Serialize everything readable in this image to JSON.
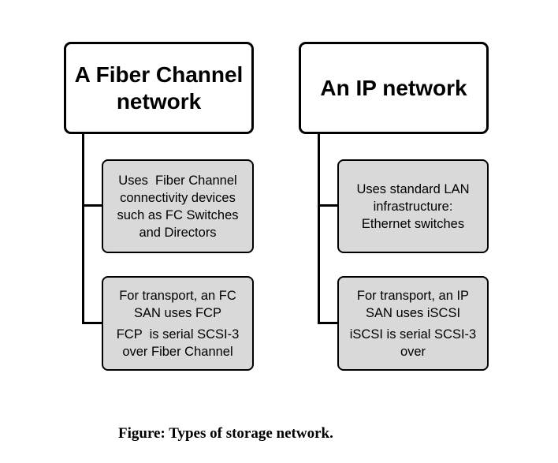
{
  "diagram": {
    "left": {
      "header_lines": [
        "A Fiber Channel",
        "network"
      ],
      "child1_lines": [
        "Uses  Fiber Channel",
        "connectivity devices",
        "such as FC Switches",
        "and Directors"
      ],
      "child2_para1_lines": [
        "For transport, an FC",
        "SAN uses FCP"
      ],
      "child2_para2_lines": [
        "FCP  is serial SCSI-3",
        "over Fiber Channel"
      ]
    },
    "right": {
      "header_lines": [
        "An IP network"
      ],
      "child1_lines": [
        "Uses standard LAN",
        "infrastructure:",
        "Ethernet switches"
      ],
      "child2_para1_lines": [
        "For transport, an IP",
        "SAN uses iSCSI"
      ],
      "child2_para2_lines": [
        "iSCSI is serial SCSI-3",
        "over"
      ]
    }
  },
  "caption": "Figure: Types of storage network."
}
